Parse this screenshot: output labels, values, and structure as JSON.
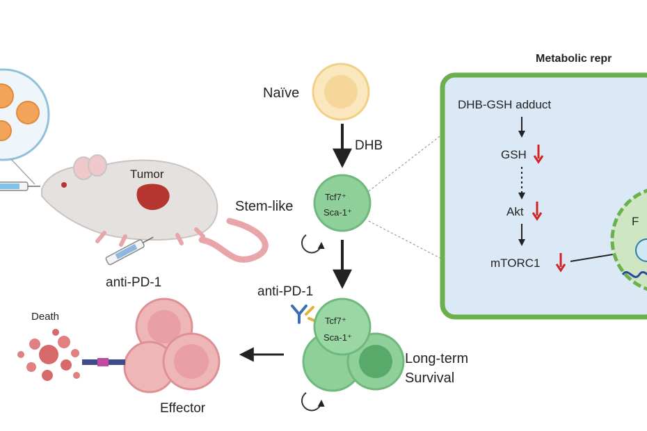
{
  "labels": {
    "tumor": "Tumor",
    "anti_pd1_mouse": "anti-PD-1",
    "naive": "Naïve",
    "dhb": "DHB",
    "stem_like": "Stem-like",
    "tcf7": "Tcf7⁺",
    "sca1": "Sca-1⁺",
    "anti_pd1_cells": "anti-PD-1",
    "tcf7_b": "Tcf7⁺",
    "sca1_b": "Sca-1⁺",
    "long_term": "Long-term",
    "survival": "Survival",
    "effector": "Effector",
    "death": "Death"
  },
  "panel": {
    "title": "Metabolic repr",
    "steps": [
      "DHB-GSH adduct",
      "GSH",
      "Akt",
      "mTORC1"
    ],
    "nucleus_label": "F"
  },
  "colors": {
    "naive_cell": "#f6d79a",
    "stem_cell": "#8fcf9a",
    "effector_cell": "#e8a0a4",
    "panel_border": "#6ab04c",
    "panel_fill": "#dbe8f6",
    "down_arrow": "#d22222",
    "tumor": "#b5352f",
    "mouse_body": "#e4e1df",
    "tail": "#e8a5aa"
  }
}
